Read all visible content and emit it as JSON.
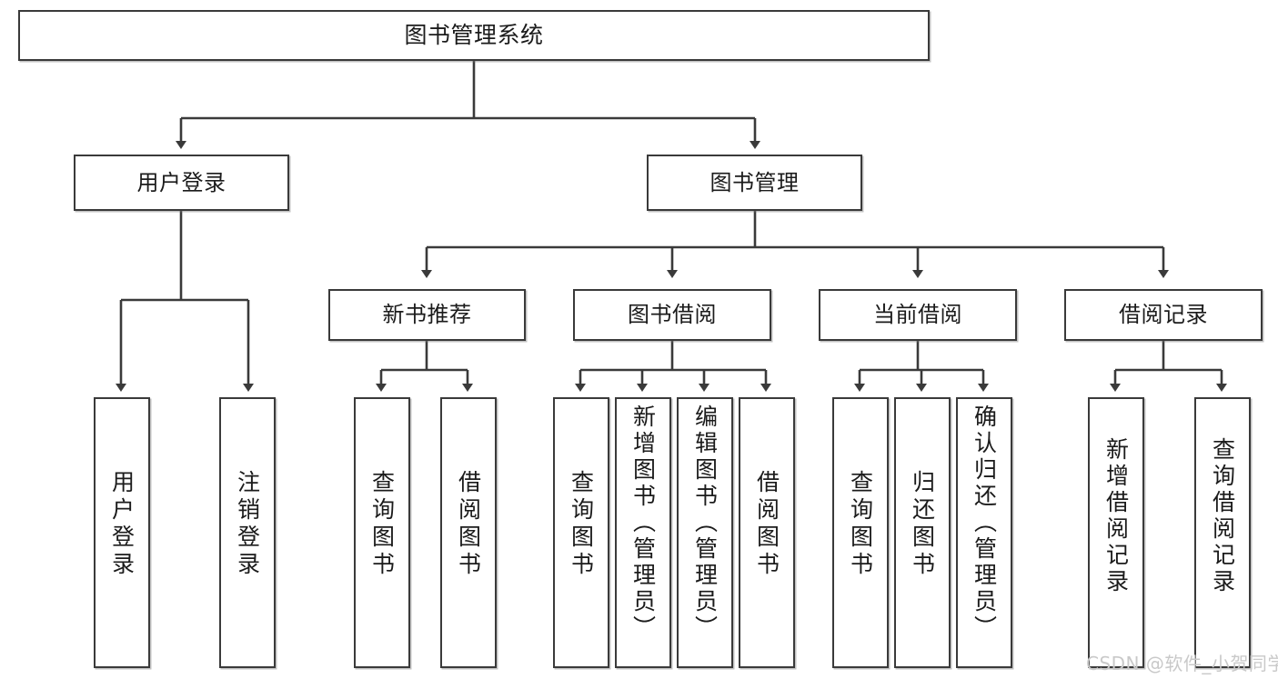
{
  "diagram": {
    "title": "图书管理系统",
    "type": "tree-hierarchy-chart",
    "orientation": "top-down",
    "colors": {
      "node_border": "#3a3a3a",
      "node_fill": "#ffffff",
      "edge": "#3a3a3a",
      "text": "#1b1b1b",
      "watermark": "#c9c9c9",
      "background": "#ffffff"
    }
  },
  "root": {
    "label": "图书管理系统"
  },
  "level2": [
    {
      "label": "用户登录"
    },
    {
      "label": "图书管理"
    }
  ],
  "level3": [
    {
      "label": "新书推荐"
    },
    {
      "label": "图书借阅"
    },
    {
      "label": "当前借阅"
    },
    {
      "label": "借阅记录"
    }
  ],
  "leaves": {
    "user_login": [
      {
        "label": "用户登录"
      },
      {
        "label": "注销登录"
      }
    ],
    "new_book_recommend": [
      {
        "label": "查询图书"
      },
      {
        "label": "借阅图书"
      }
    ],
    "book_borrow": [
      {
        "label": "查询图书"
      },
      {
        "label": "新增图书（管理员）"
      },
      {
        "label": "编辑图书（管理员）"
      },
      {
        "label": "借阅图书"
      }
    ],
    "current_borrow": [
      {
        "label": "查询图书"
      },
      {
        "label": "归还图书"
      },
      {
        "label": "确认归还（管理员）"
      }
    ],
    "borrow_record": [
      {
        "label": "新增借阅记录"
      },
      {
        "label": "查询借阅记录"
      }
    ]
  },
  "watermark": {
    "text": "CSDN @软件_小贺同学"
  }
}
